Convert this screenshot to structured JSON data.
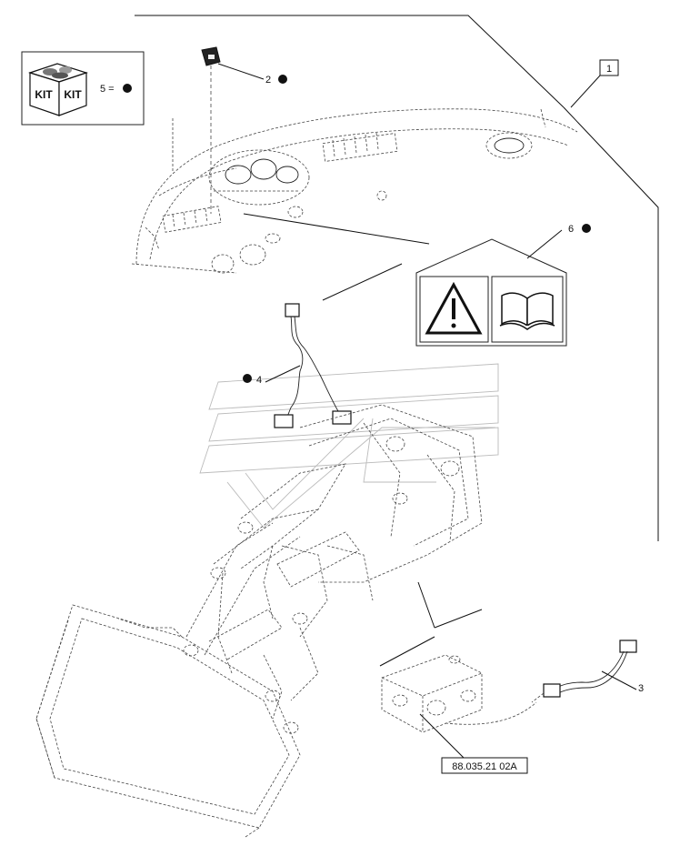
{
  "kit": {
    "box_label_left": "KIT",
    "box_label_right": "KIT",
    "legend": "5 ="
  },
  "callouts": {
    "item1": "1",
    "item2": "2",
    "item3": "3",
    "item4": "4",
    "item6": "6"
  },
  "reference": "88.035.21 02A"
}
